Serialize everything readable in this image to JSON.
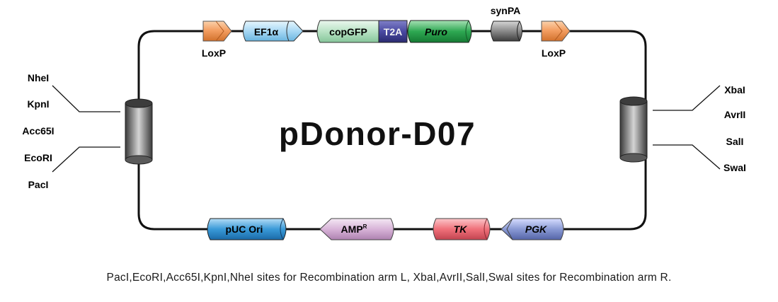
{
  "title": "pDonor-D07",
  "caption": "PacI,EcoRI,Acc65I,KpnI,NheI sites for Recombination arm L, XbaI,AvrII,SalI,SwaI sites for Recombination arm R.",
  "elements": {
    "loxp_left": "LoxP",
    "ef1a": "EF1α",
    "copgfp": "copGFP",
    "t2a": "T2A",
    "puro": "Puro",
    "synpa": "synPA",
    "loxp_right": "LoxP",
    "puc_ori": "pUC Ori",
    "amp": "AMP",
    "amp_sup": "R",
    "tk": "TK",
    "pgk": "PGK"
  },
  "left_sites": [
    "NheI",
    "KpnI",
    "Acc65I",
    "EcoRI",
    "PacI"
  ],
  "right_sites": [
    "XbaI",
    "AvrII",
    "SalI",
    "SwaI"
  ],
  "colors": {
    "loxp": "#f4a064",
    "ef1a": "#a8d8f4",
    "copgfp": "#b8e2c4",
    "t2a": "#4a4aa2",
    "puro": "#2ea852",
    "synpa": "#8a8a8a",
    "puc_ori": "#3a9ad8",
    "amp": "#d8b4d8",
    "tk": "#f0707a",
    "pgk": "#8a9ad4"
  }
}
